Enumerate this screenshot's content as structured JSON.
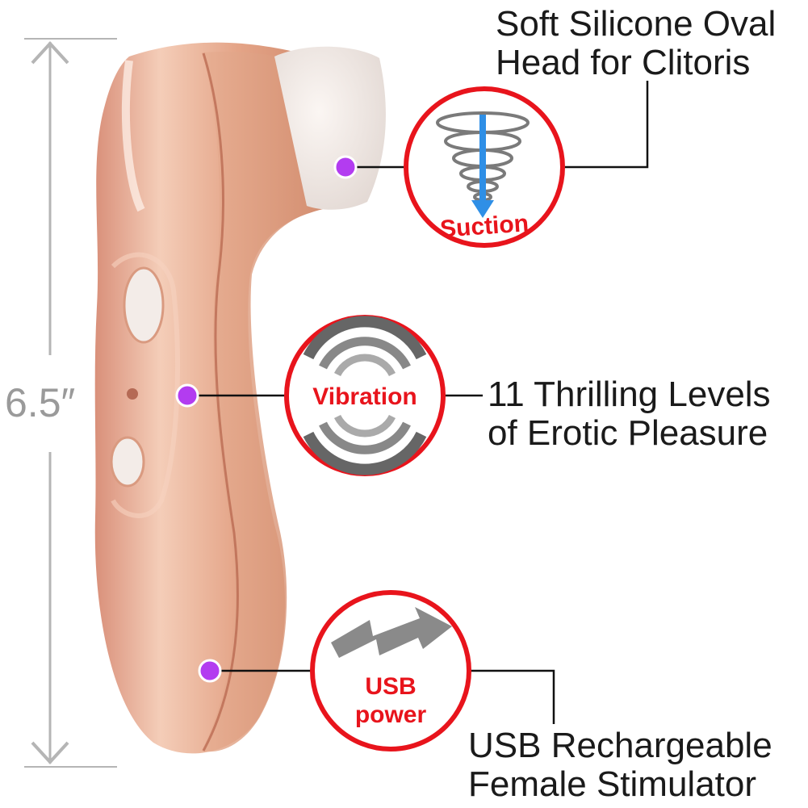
{
  "dimension": {
    "label": "6.5″"
  },
  "callouts": [
    {
      "line1": "Soft Silicone Oval",
      "line2": "Head for Clitoris"
    },
    {
      "line1": "11 Thrilling Levels",
      "line2": "of Erotic Pleasure"
    },
    {
      "line1": "USB Rechargeable",
      "line2": "Female Stimulator"
    }
  ],
  "badges": {
    "suction": {
      "label": "Suction"
    },
    "vibration": {
      "label": "Vibration"
    },
    "usb": {
      "line1": "USB",
      "line2": "power"
    }
  },
  "colors": {
    "badge_red": "#e8141c",
    "marker_purple": "#b33cf0",
    "arrow_blue": "#2f8fe6",
    "body_copper": "#e2a787",
    "text_dark": "#1a1a1a",
    "dimension_gray": "#9a9a9a"
  },
  "icons": [
    "suction-spiral-icon",
    "vibration-waves-icon",
    "usb-lightning-icon"
  ]
}
